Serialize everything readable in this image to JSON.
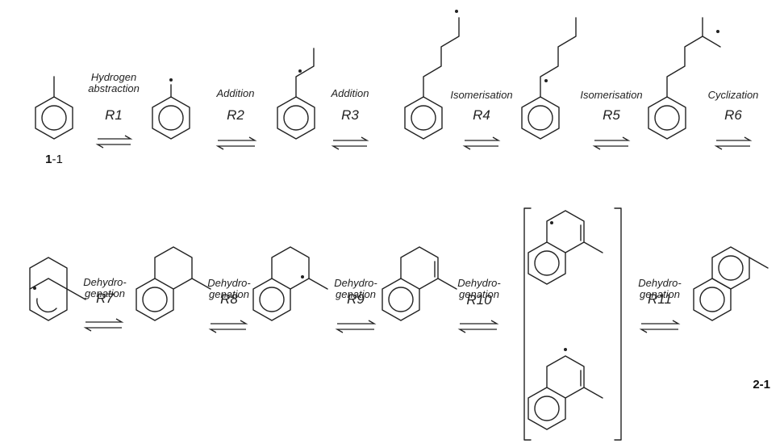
{
  "steps": [
    {
      "label": [
        "Hydrogen",
        "abstraction"
      ],
      "id": "R1"
    },
    {
      "label": [
        "Addition"
      ],
      "id": "R2"
    },
    {
      "label": [
        "Addition"
      ],
      "id": "R3"
    },
    {
      "label": [
        "Isomerisation"
      ],
      "id": "R4"
    },
    {
      "label": [
        "Isomerisation"
      ],
      "id": "R5"
    },
    {
      "label": [
        "Cyclization"
      ],
      "id": "R6"
    },
    {
      "label": [
        "Dehydro-",
        "genation"
      ],
      "id": "R7"
    },
    {
      "label": [
        "Dehydro-",
        "genation"
      ],
      "id": "R8"
    },
    {
      "label": [
        "Dehydro-",
        "genation"
      ],
      "id": "R9"
    },
    {
      "label": [
        "Dehydro-",
        "genation"
      ],
      "id": "R10"
    },
    {
      "label": [
        "Dehydro-",
        "genation"
      ],
      "id": "R11"
    }
  ],
  "compounds": {
    "start": {
      "bold": "1",
      "rest": "-1"
    },
    "end": {
      "bold": "2-1",
      "rest": ""
    }
  }
}
